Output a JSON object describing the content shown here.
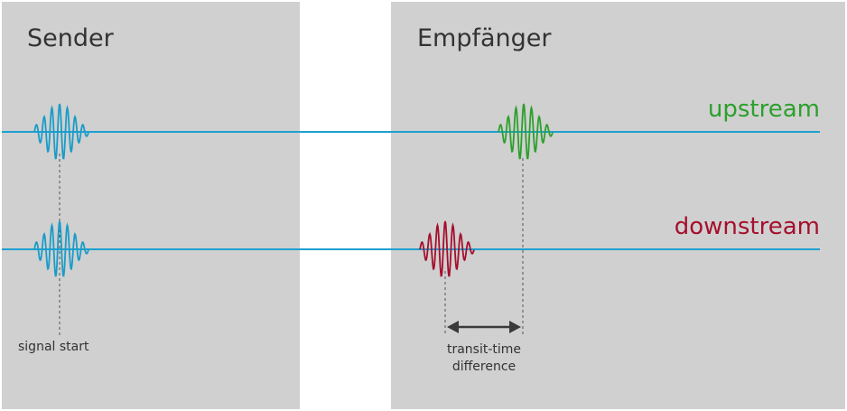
{
  "sender": {
    "title": "Sender"
  },
  "receiver": {
    "title": "Empfänger"
  },
  "channels": {
    "upstream": {
      "label": "upstream",
      "color": "#2ca02c"
    },
    "downstream": {
      "label": "downstream",
      "color": "#a50f2d"
    }
  },
  "signal_start_label": "signal start",
  "transit_label": {
    "line1": "transit-time",
    "line2": "difference"
  },
  "colors": {
    "line": "#1ea0d0",
    "sender_wave": "#1a9cc8",
    "panel": "#d0d0d0",
    "arrow": "#3a3a3a"
  }
}
